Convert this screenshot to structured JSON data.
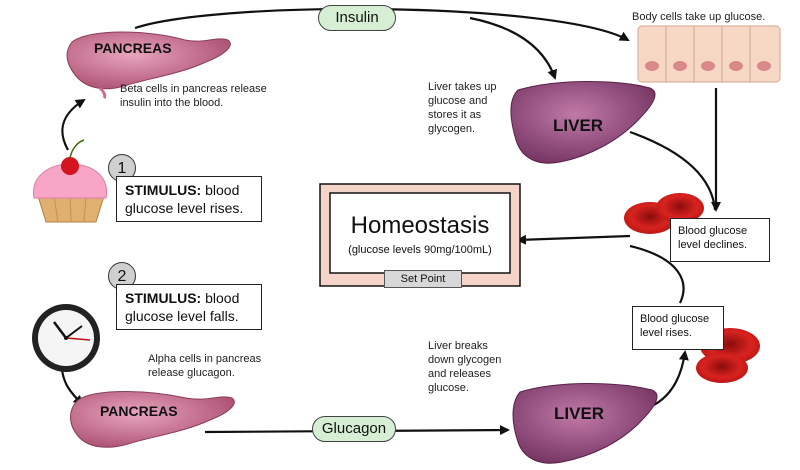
{
  "arrows_top": {
    "insulin": "Insulin"
  },
  "arrows_bottom": {
    "glucagon": "Glucagon"
  },
  "top_pancreas": {
    "label": "PANCREAS",
    "caption": "Beta cells in pancreas release insulin into the blood."
  },
  "bottom_pancreas": {
    "label": "PANCREAS",
    "caption": "Alpha cells in pancreas release glucagon."
  },
  "top_liver": {
    "label": "LIVER",
    "caption": "Liver takes up glucose and stores it as glycogen."
  },
  "bottom_liver": {
    "label": "LIVER",
    "caption": "Liver breaks down glycogen and releases glucose."
  },
  "body_cells": {
    "caption": "Body cells take up glucose."
  },
  "stimulus1": {
    "number": "1",
    "bold": "STIMULUS:",
    "text1": "blood",
    "text2": "glucose level rises."
  },
  "stimulus2": {
    "number": "2",
    "bold": "STIMULUS:",
    "text1": "blood",
    "text2": "glucose level falls."
  },
  "homeostasis": {
    "title": "Homeostasis",
    "subtitle": "(glucose levels 90mg/100mL)",
    "set_point": "Set Point"
  },
  "declines": {
    "line1": "Blood glucose",
    "line2": "level declines."
  },
  "rises": {
    "line1": "Blood glucose",
    "line2": "level rises."
  },
  "colors": {
    "organ": "#b2547a",
    "liver": "#9a4f86",
    "rbc": "#d11a1a",
    "pill": "#d6efd4",
    "home_border": "#e8b6a8"
  }
}
